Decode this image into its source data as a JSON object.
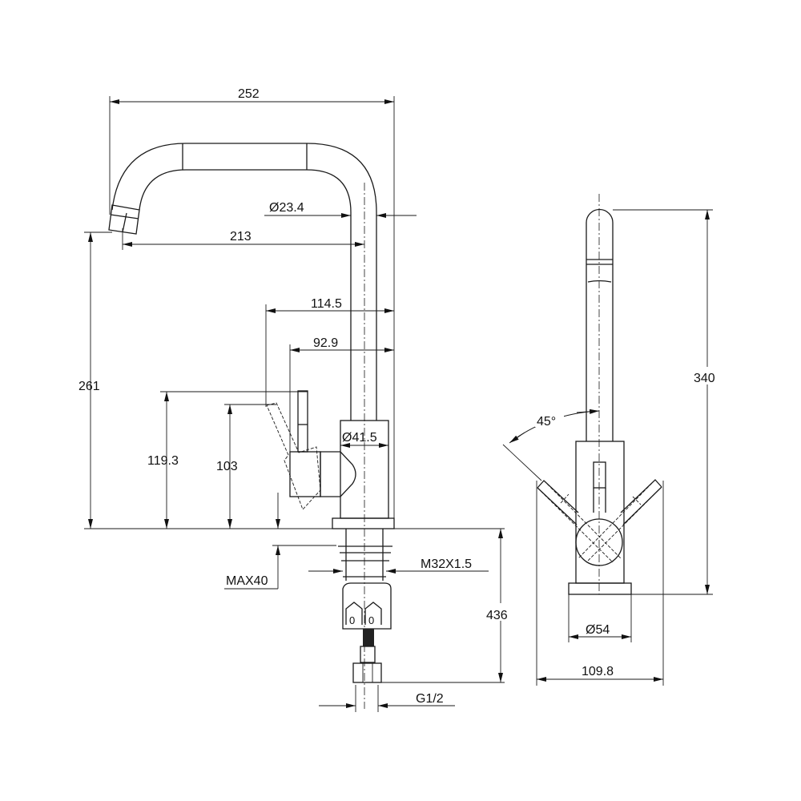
{
  "drawing": {
    "title": "Kitchen faucet dimension drawing",
    "side_view": {
      "width_total": "252",
      "spout_reach": "213",
      "spout_diameter": "Ø23.4",
      "handle_reach": "114.5",
      "handle_pivot_reach": "92.9",
      "body_diameter": "Ø41.5",
      "spout_height": "261",
      "handle_top_height": "119.3",
      "handle_height": "103",
      "max_countertop": "MAX40",
      "thread": "M32X1.5",
      "hose_length": "436",
      "connection": "G1/2"
    },
    "front_view": {
      "total_height": "340",
      "handle_angle": "45°",
      "base_diameter": "Ø54",
      "handle_span": "109.8"
    }
  }
}
